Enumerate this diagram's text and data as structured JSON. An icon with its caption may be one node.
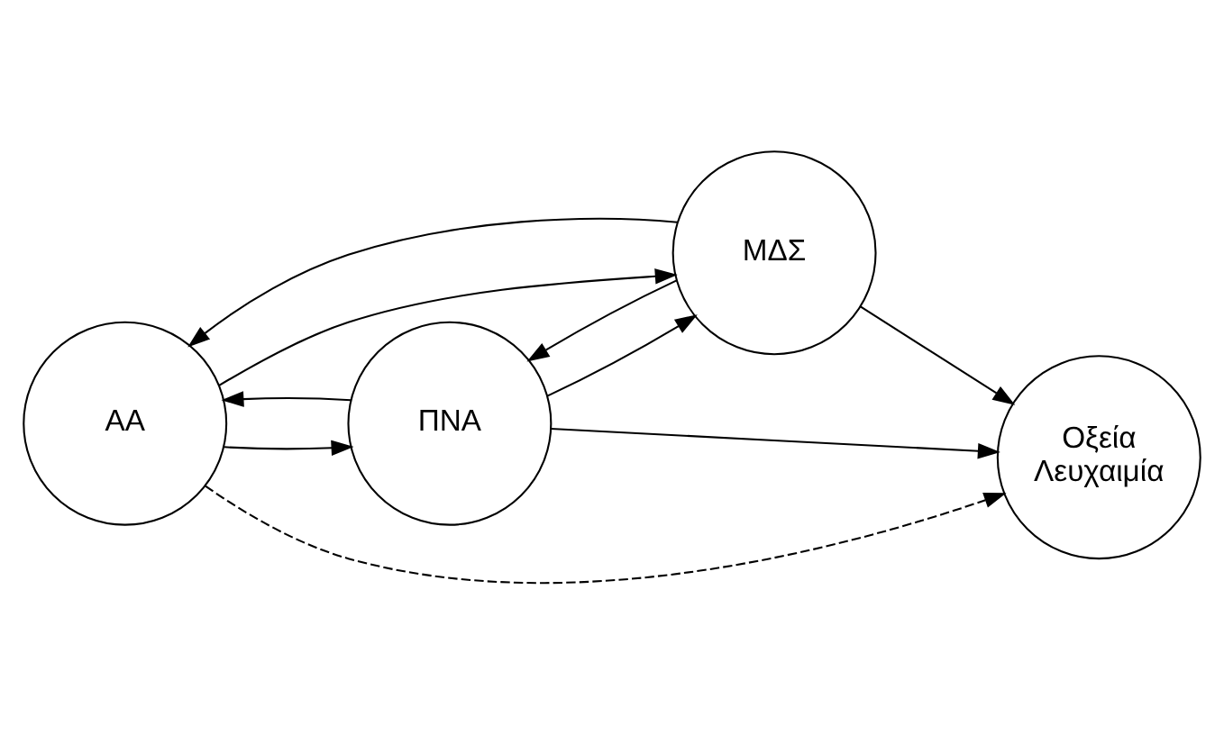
{
  "diagram": {
    "nodes": [
      {
        "text": [
          "AA"
        ]
      },
      {
        "text": [
          "ΠΝΑ"
        ]
      },
      {
        "text": [
          "ΜΔΣ"
        ]
      },
      {
        "text": [
          "Οξεία Λευχαιμία"
        ]
      }
    ],
    "edges": [
      {
        "from": 1,
        "to": 0,
        "arrow": "to"
      },
      {
        "from": 0,
        "to": 1,
        "arrow": "to"
      },
      {
        "from": 0,
        "to": 2,
        "arrow": "to"
      },
      {
        "from": 2,
        "to": 0,
        "arrow": "to"
      },
      {
        "from": 1,
        "to": 2,
        "arrow": "to"
      },
      {
        "from": 2,
        "to": 1,
        "arrow": "to"
      },
      {
        "from": 1,
        "to": 3,
        "arrow": "to"
      },
      {
        "from": 2,
        "to": 3,
        "arrow": "to"
      },
      {
        "from": 0,
        "to": 3,
        "arrow": "to",
        "style": "dashed"
      }
    ]
  }
}
